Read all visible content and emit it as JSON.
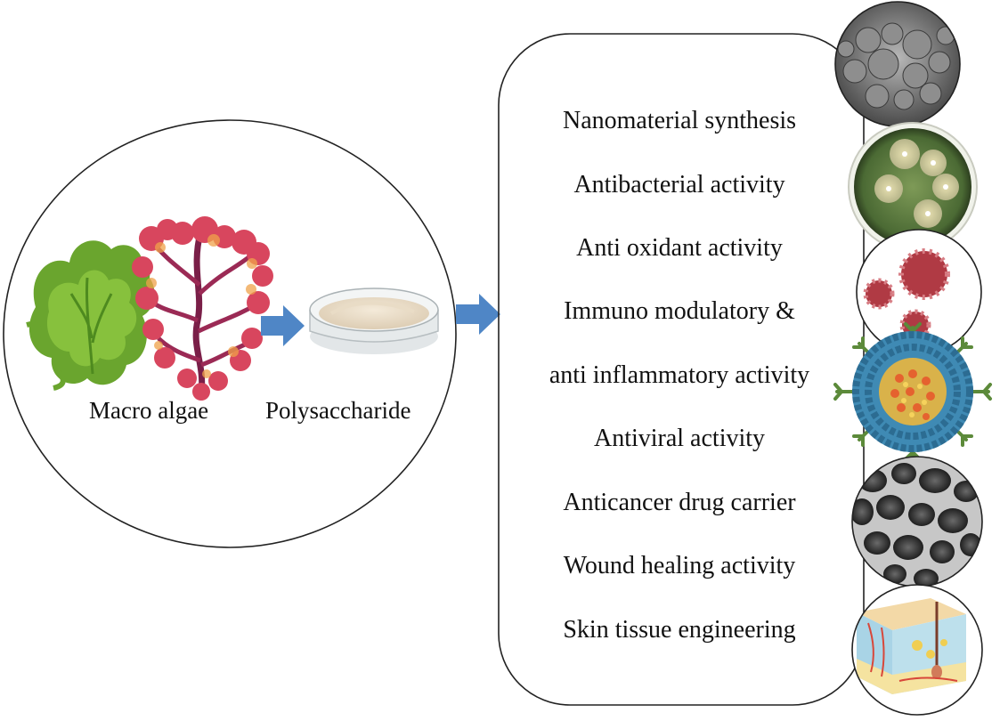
{
  "source_panel": {
    "macro_algae_label": "Macro algae",
    "polysaccharide_label": "Polysaccharide"
  },
  "applications": [
    "Nanomaterial synthesis",
    "Antibacterial activity",
    "Anti oxidant activity",
    "Immuno modulatory &",
    "anti inflammatory activity",
    "Antiviral activity",
    "Anticancer drug carrier",
    "Wound healing activity",
    "Skin tissue engineering"
  ],
  "images": [
    {
      "name": "sem-nanoparticles-image",
      "depicts": "SEM micrograph of nanoparticles"
    },
    {
      "name": "antibacterial-petri-dish-image",
      "depicts": "Agar plate with inhibition zones"
    },
    {
      "name": "virus-particles-image",
      "depicts": "Coronavirus particles"
    },
    {
      "name": "drug-carrier-nanoparticle-image",
      "depicts": "Micelle drug carrier"
    },
    {
      "name": "porous-scaffold-image",
      "depicts": "SEM of porous scaffold"
    },
    {
      "name": "skin-tissue-image",
      "depicts": "Skin layer cross-section"
    }
  ],
  "colors": {
    "arrow": "#4f86c6",
    "outline": "#222222",
    "green_algae": "#6aa52e",
    "red_algae": "#c2344e"
  }
}
